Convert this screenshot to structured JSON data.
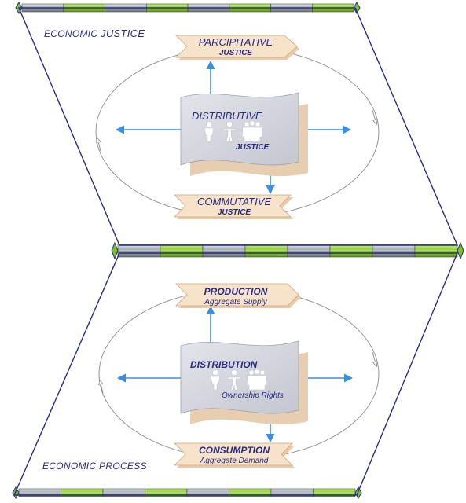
{
  "upper_panel": {
    "title_part1": "ECONOMIC ",
    "title_part2": "JUSTICE",
    "top_banner": {
      "line1": "PARCIPITATIVE",
      "line2": "JUSTICE"
    },
    "center_flag": {
      "line1": "DISTRIBUTIVE",
      "line2": "JUSTICE"
    },
    "bottom_banner": {
      "line1": "COMMUTATIVE",
      "line2": "JUSTICE"
    }
  },
  "lower_panel": {
    "title_part1": "ECONOMIC ",
    "title_part2": "PROCESS",
    "top_banner": {
      "line1": "PRODUCTION",
      "line2": "Aggregate Supply"
    },
    "center_flag": {
      "line1": "DISTRIBUTION",
      "line2": "Ownership Rights"
    },
    "bottom_banner": {
      "line1": "CONSUMPTION",
      "line2": "Aggregate Demand"
    }
  },
  "colors": {
    "frame": "#2a2a86",
    "bar_green": "#9ad53a",
    "bar_grey": "#9aa3a8",
    "banner_fill": "#f7e3c9",
    "flag_fill": "#d6d7df",
    "arrow_blue": "#3b8fe0",
    "loop_grey": "#8a8a8a"
  },
  "icons": [
    "person-icon",
    "person-icon",
    "group-icon"
  ]
}
